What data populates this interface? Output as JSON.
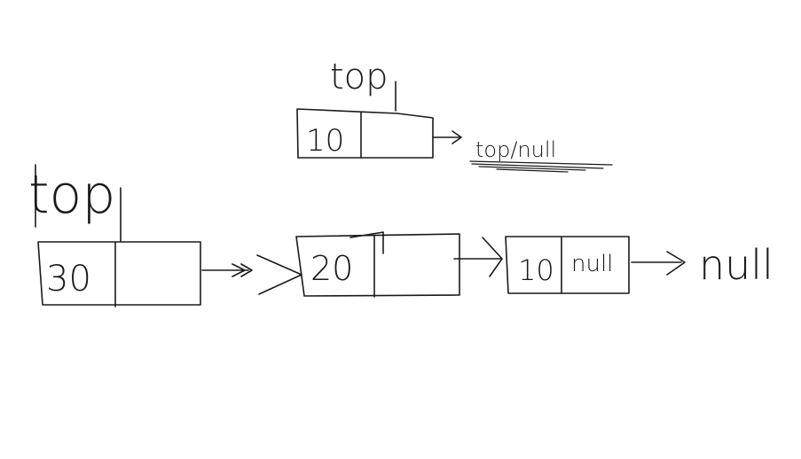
{
  "top_diagram": {
    "pointer_label": "top",
    "node": {
      "value": "10"
    },
    "after_arrow_text": "top/null"
  },
  "bottom_diagram": {
    "pointer_label": "top",
    "nodes": [
      {
        "value": "30",
        "next": ""
      },
      {
        "value": "20",
        "next": ""
      },
      {
        "value": "10",
        "next": "null"
      }
    ],
    "terminal": "null"
  }
}
